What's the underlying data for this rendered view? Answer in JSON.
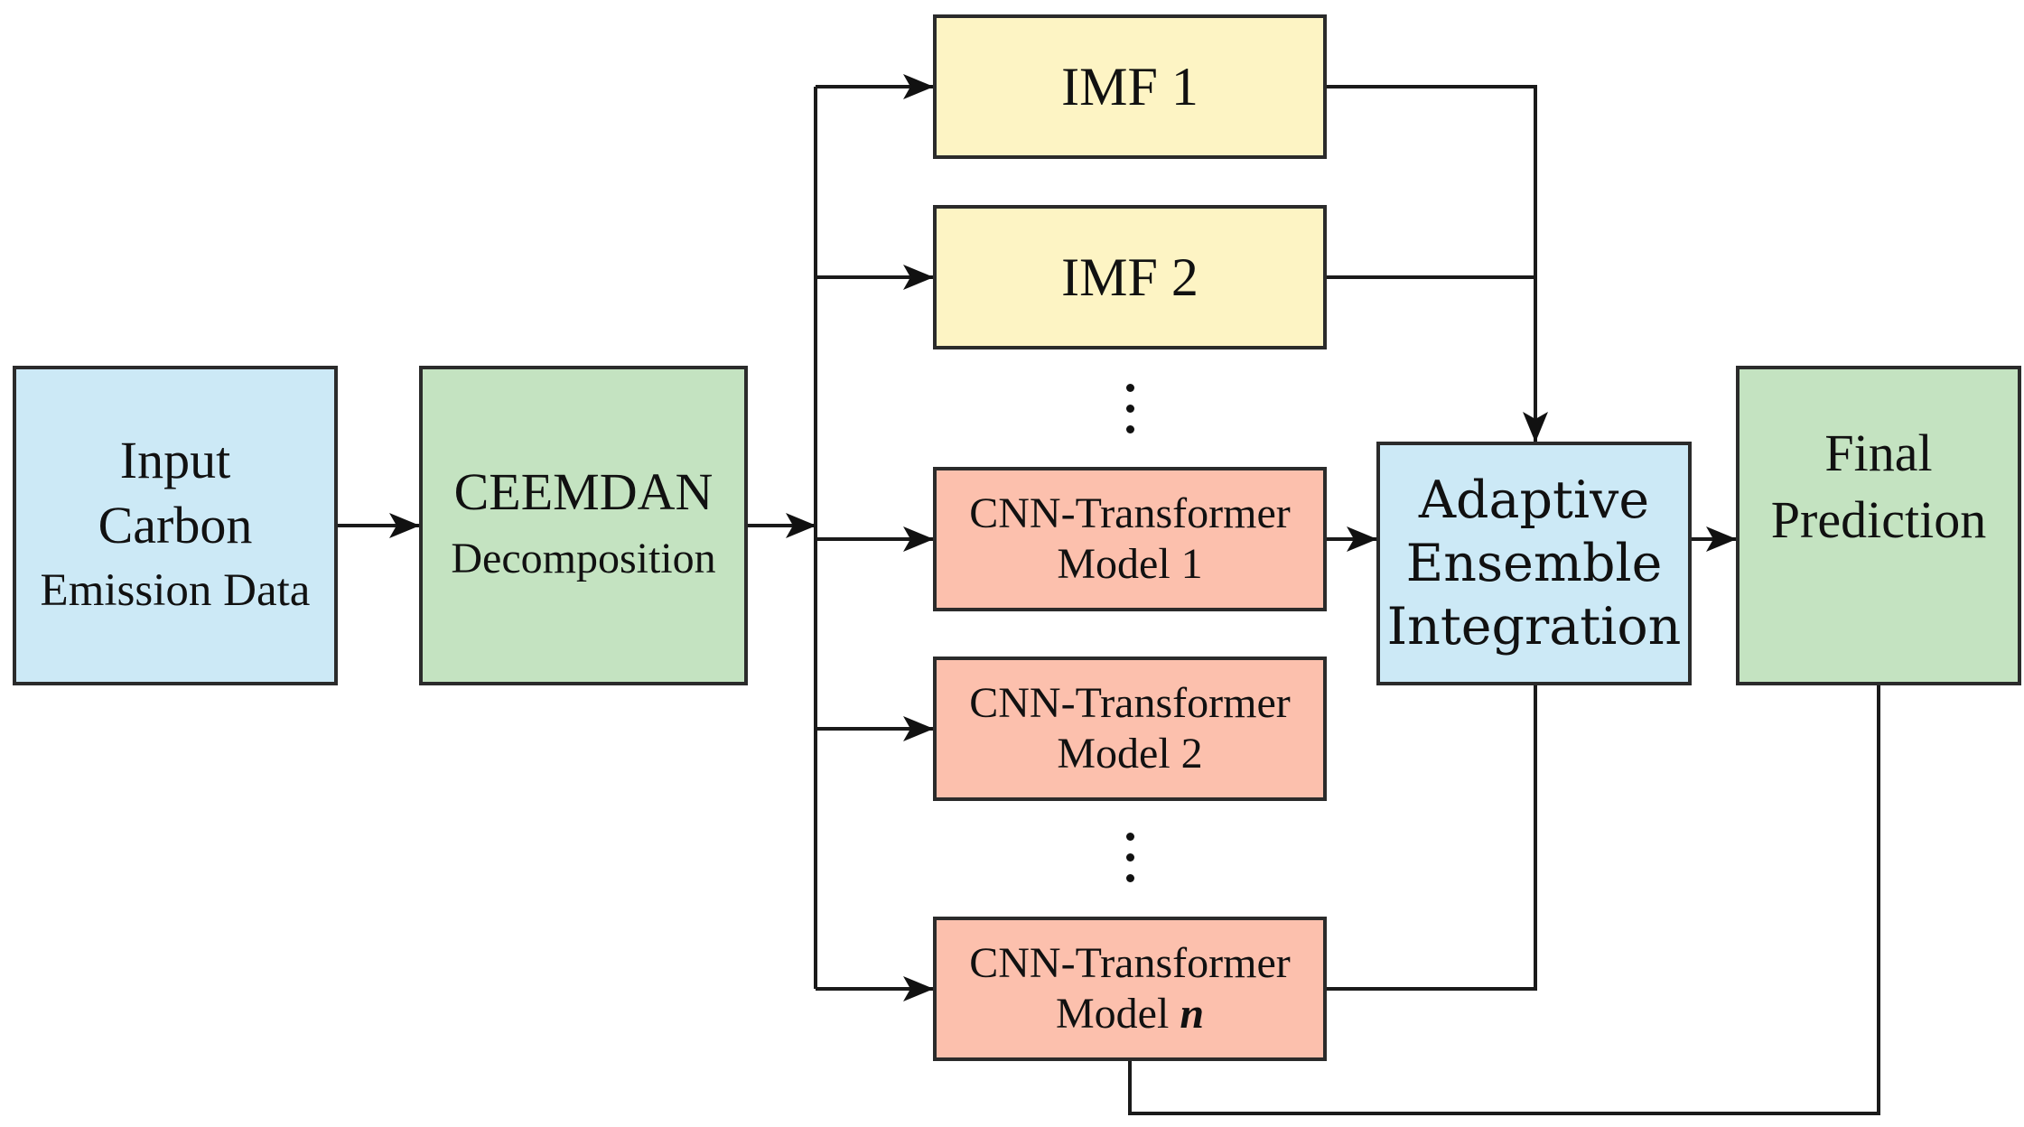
{
  "diagram": {
    "input": {
      "line1": "Input",
      "line2": "Carbon",
      "line3": "Emission Data"
    },
    "ceemdan": {
      "line1": "CEEMDAN",
      "line2": "Decomposition"
    },
    "imf1": {
      "label": "IMF 1"
    },
    "imf2": {
      "label": "IMF 2"
    },
    "cnn1": {
      "line1": "CNN-Transformer",
      "line2": "Model 1"
    },
    "cnn2": {
      "line1": "CNN-Transformer",
      "line2": "Model 2"
    },
    "cnnn": {
      "line1": "CNN-Transformer",
      "line2_prefix": "Model ",
      "line2_var": "n"
    },
    "ensemble": {
      "line1": "Adaptive",
      "line2": "Ensemble",
      "line3": "Integration"
    },
    "final": {
      "line1": "Final",
      "line2": "Prediction"
    }
  },
  "colors": {
    "input_fill": "#cce9f6",
    "decomposition_fill": "#c4e3c1",
    "imf_fill": "#fdf4c4",
    "model_fill": "#fcc0ad",
    "ensemble_fill": "#cce9f6",
    "final_fill": "#c4e3c1",
    "stroke": "#2b2b2b"
  }
}
